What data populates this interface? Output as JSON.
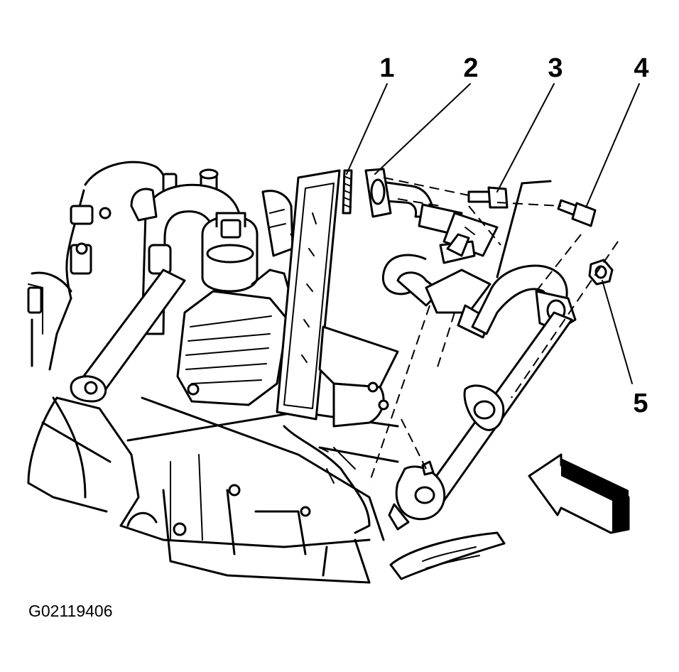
{
  "diagram": {
    "callouts": [
      {
        "id": "1",
        "label": "1"
      },
      {
        "id": "2",
        "label": "2"
      },
      {
        "id": "3",
        "label": "3"
      },
      {
        "id": "4",
        "label": "4"
      },
      {
        "id": "5",
        "label": "5"
      }
    ],
    "figure_id": "G02119406"
  }
}
